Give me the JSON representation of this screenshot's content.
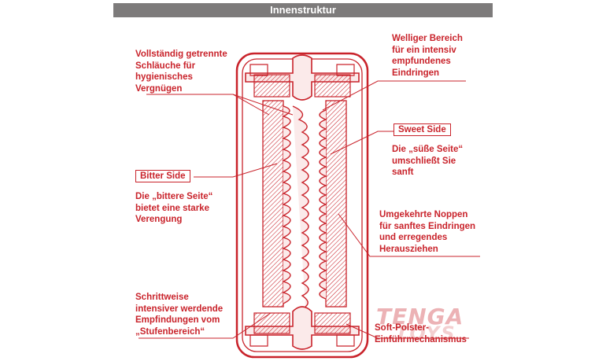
{
  "title": "Innenstruktur",
  "labels": {
    "left_top": "Vollständig getrennte\nSchläuche für\nhygienisches\nVergnügen",
    "right_top": "Welliger Bereich\nfür ein intensiv\nempfundenes\nEindringen",
    "sweet_side_box": "Sweet Side",
    "sweet_side_desc": "Die „süße Seite“\numschließt Sie\nsanft",
    "bitter_side_box": "Bitter Side",
    "bitter_side_desc": "Die „bittere Seite“\nbietet eine starke\nVerengung",
    "right_middle": "Umgekehrte Noppen\nfür sanftes Eindringen\nund erregendes\nHerausziehen",
    "left_bottom": "Schrittweise\nintensiver werdende\nEmpfindungen vom\n„Stufenbereich“",
    "right_bottom": "Soft-Polster-\nEinführmechanismus"
  },
  "watermark": {
    "line1": "TENGA",
    "line2": "TOYS"
  },
  "colors": {
    "accent": "#c9232b",
    "title_bg": "#7d7b7b",
    "title_text": "#ffffff"
  }
}
